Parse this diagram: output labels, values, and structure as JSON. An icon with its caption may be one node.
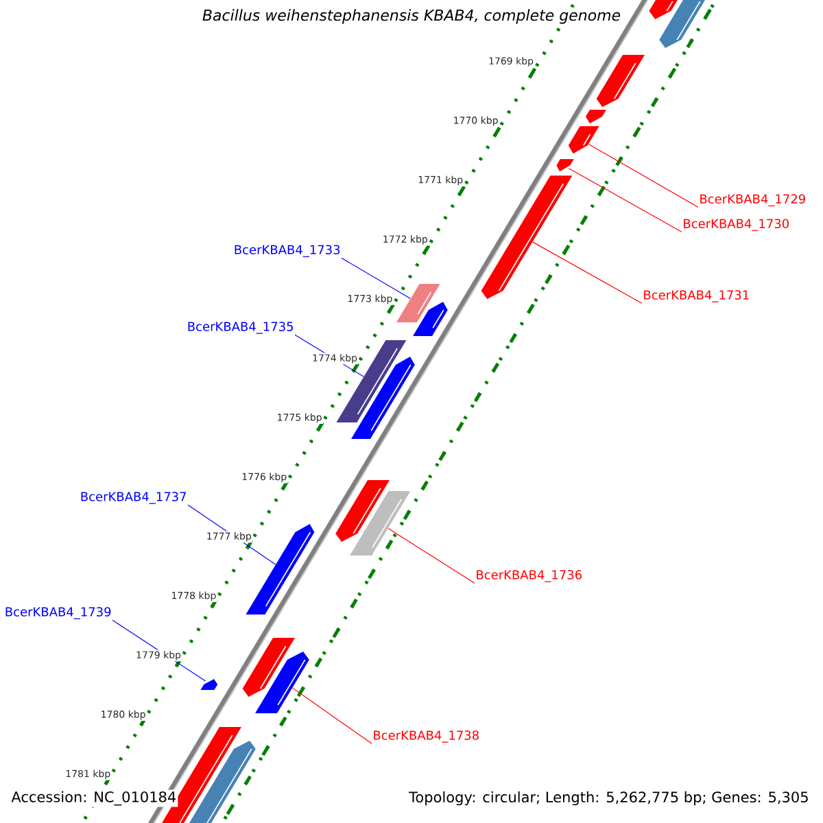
{
  "diagram": {
    "title": "Bacillus weihenstephanensis KBAB4, complete genome",
    "nodes": [
      {
        "text": [
          "BcerKBAB4_1729"
        ]
      },
      {
        "text": [
          "BcerKBAB4_1730"
        ]
      },
      {
        "text": [
          "BcerKBAB4_1733"
        ]
      },
      {
        "text": [
          "BcerKBAB4_1731"
        ]
      },
      {
        "text": [
          "BcerKBAB4_1735"
        ]
      },
      {
        "text": [
          "BcerKBAB4_1737"
        ]
      },
      {
        "text": [
          "BcerKBAB4_1736"
        ]
      },
      {
        "text": [
          "BcerKBAB4_1739"
        ]
      },
      {
        "text": [
          "BcerKBAB4_1738"
        ]
      },
      {
        "text": [],
        "shape": "bar"
      },
      {
        "text": [],
        "shape": "bar"
      },
      {
        "text": [],
        "shape": "bar"
      },
      {
        "text": [],
        "shape": "bar"
      },
      {
        "text": [],
        "shape": "bar"
      },
      {
        "text": [],
        "shape": "bar"
      },
      {
        "text": [],
        "shape": "bar"
      },
      {
        "text": [],
        "shape": "bar"
      },
      {
        "text": [],
        "shape": "bar"
      },
      {
        "text": [],
        "shape": "bar"
      },
      {
        "text": [],
        "shape": "bar"
      },
      {
        "text": [],
        "shape": "bar"
      },
      {
        "text": [],
        "shape": "bar"
      },
      {
        "text": [],
        "shape": "bar"
      },
      {
        "text": [],
        "shape": "bar"
      },
      {
        "text": [],
        "shape": "bar"
      },
      {
        "text": [],
        "shape": "bar"
      },
      {
        "text": [],
        "shape": "bar"
      },
      {
        "text": [],
        "shape": "bar"
      }
    ],
    "edges": [
      {
        "from": 0,
        "to": 13,
        "arrow": "none",
        "color": "#ff0000"
      },
      {
        "from": 1,
        "to": 14,
        "arrow": "none",
        "color": "#ff0000"
      },
      {
        "from": 2,
        "to": 16,
        "arrow": "none",
        "color": "#0000ff"
      },
      {
        "from": 3,
        "to": 15,
        "arrow": "none",
        "color": "#ff0000"
      },
      {
        "from": 4,
        "to": 18,
        "arrow": "none",
        "color": "#0000ff"
      },
      {
        "from": 5,
        "to": 22,
        "arrow": "none",
        "color": "#0000ff"
      },
      {
        "from": 6,
        "to": 21,
        "arrow": "none",
        "color": "#ff0000"
      },
      {
        "from": 7,
        "to": 25,
        "arrow": "none",
        "color": "#0000ff"
      },
      {
        "from": 8,
        "to": 24,
        "arrow": "none",
        "color": "#ff0000"
      }
    ],
    "labels": [
      "1769 kbp",
      "1770 kbp",
      "1771 kbp",
      "1772 kbp",
      "1773 kbp",
      "1774 kbp",
      "1775 kbp",
      "1776 kbp",
      "1777 kbp",
      "1778 kbp",
      "1779 kbp",
      "1780 kbp",
      "1781 kbp",
      "Accession: NC_010184",
      "Topology: circular; Length: 5,262,775 bp; Genes: 5,305"
    ]
  }
}
